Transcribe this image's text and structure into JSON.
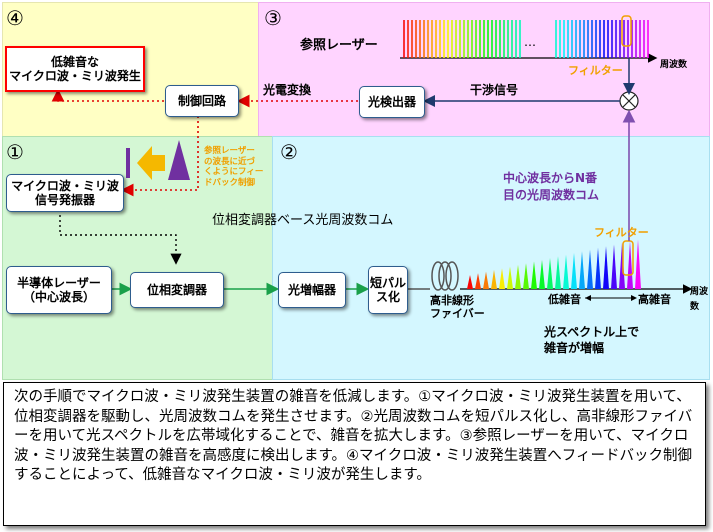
{
  "panels": {
    "p4": {
      "num": "④"
    },
    "p3": {
      "num": "③"
    },
    "p1": {
      "num": "①"
    },
    "p2": {
      "num": "②"
    }
  },
  "boxes": {
    "low_noise": "低雑音な\nマイクロ波・ミリ波発生",
    "control": "制御回路",
    "detector": "光検出器",
    "oscillator": "マイクロ波・ミリ波\n信号発振器",
    "laser": "半導体レーザー\n（中心波長）",
    "modulator": "位相変調器",
    "amplifier": "光増幅器",
    "short_pulse": "短パル\nス化"
  },
  "labels": {
    "reference_laser": "参照レーザー",
    "filter_top": "フィルター",
    "wavenumber_top": "周波数",
    "photoelectric": "光電変換",
    "interference": "干渉信号",
    "feedback_note": "参照レーザー\nの波長に近づ\nくようにフィー\nドバック制御",
    "nth_comb": "中心波長からN番\n目の光周波数コム",
    "comb_title": "位相変調器ベース光周波数コム",
    "filter_bottom": "フィルター",
    "wavenumber_bottom": "周波数",
    "fiber": "高非線形\nファイバー",
    "low_noise_axis": "低雑音",
    "high_noise_axis": "高雑音",
    "noise_increase": "光スペクトル上で\n雑音が増幅",
    "dots": "…"
  },
  "description": "次の手順でマイクロ波・ミリ波発生装置の雑音を低減します。①マイクロ波・ミリ波発生装置を用いて、位相変調器を駆動し、光周波数コムを発生させます。②光周波数コムを短パルス化し、高非線形ファイバーを用いて光スペクトルを広帯域化することで、雑音を拡大します。③参照レーザーを用いて、マイクロ波・ミリ波発生装置の雑音を高感度に検出します。④マイクロ波・ミリ波発生装置へフィードバック制御することによって、低雑音なマイクロ波・ミリ波が発生します。",
  "colors": {
    "arrow_red": "#e00000",
    "arrow_green": "#1aa04a",
    "label_orange": "#f0a000",
    "label_purple": "#7030a0",
    "box_border_red": "#ff0000"
  }
}
